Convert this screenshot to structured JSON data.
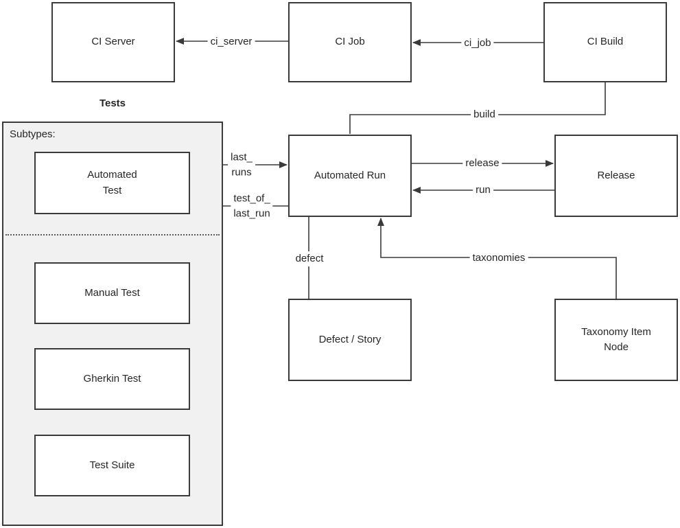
{
  "diagram": {
    "group": {
      "title": "Tests",
      "subtitle": "Subtypes:"
    },
    "nodes": {
      "ci_server": {
        "label": "CI Server"
      },
      "ci_job": {
        "label": "CI Job"
      },
      "ci_build": {
        "label": "CI Build"
      },
      "automated_run": {
        "label": "Automated Run"
      },
      "release": {
        "label": "Release"
      },
      "defect_story": {
        "label": "Defect / Story"
      },
      "taxonomy_item_node": {
        "label": "Taxonomy Item\nNode"
      },
      "automated_test": {
        "label": "Automated\nTest"
      },
      "manual_test": {
        "label": "Manual Test"
      },
      "gherkin_test": {
        "label": "Gherkin Test"
      },
      "test_suite": {
        "label": "Test Suite"
      }
    },
    "edges": {
      "ci_server": {
        "label": "ci_server"
      },
      "ci_job": {
        "label": "ci_job"
      },
      "build": {
        "label": "build"
      },
      "last_runs": {
        "label": "last_\nruns"
      },
      "test_of_last_run": {
        "label": "test_of_\nlast_run"
      },
      "release": {
        "label": "release"
      },
      "run": {
        "label": "run"
      },
      "defect": {
        "label": "defect"
      },
      "taxonomies": {
        "label": "taxonomies"
      }
    },
    "colors": {
      "line": "#3a3a3a",
      "box_border": "#3a3a3a",
      "box_bg": "#ffffff",
      "group_bg": "#f1f1f1"
    }
  }
}
